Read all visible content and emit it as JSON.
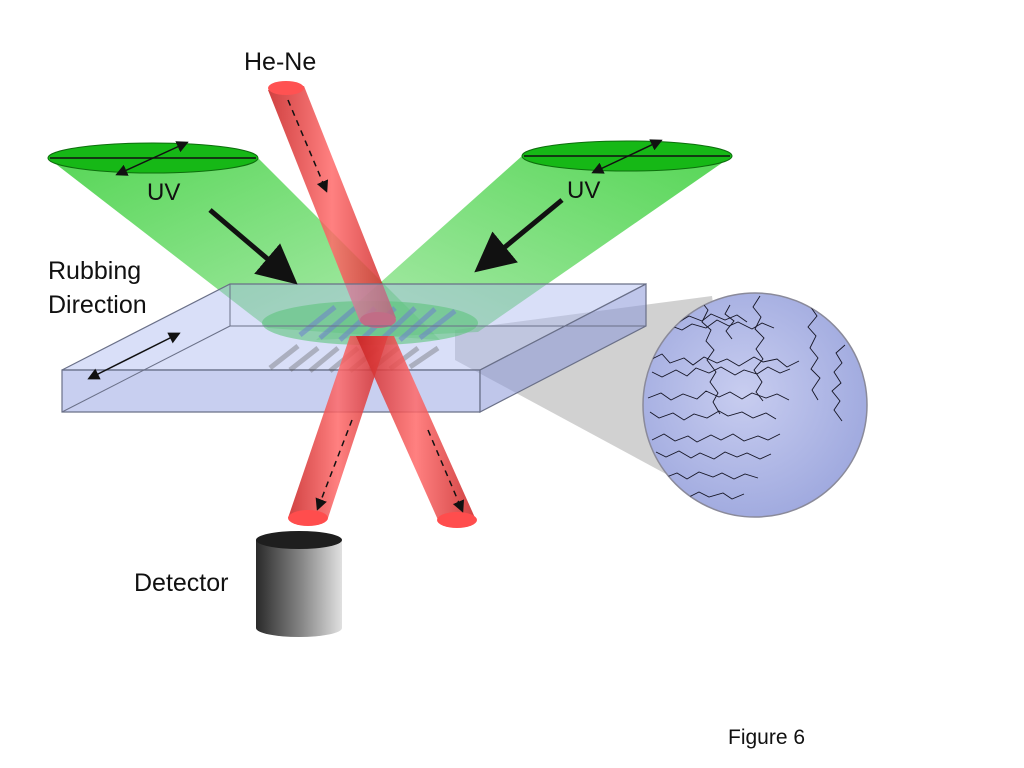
{
  "labels": {
    "laser": "He-Ne",
    "uv_left": "UV",
    "uv_right": "UV",
    "rubbing_line1": "Rubbing",
    "rubbing_line2": "Direction",
    "detector": "Detector"
  },
  "caption": "Figure 6",
  "colors": {
    "uv_beam": "#22c422",
    "laser_beam": "#e83a3a",
    "substrate": "#aab8f0",
    "detector": "#6a6a6a",
    "background": "#ffffff"
  },
  "icons": [
    "double-arrow-icon",
    "arrow-icon",
    "detector-cylinder"
  ]
}
